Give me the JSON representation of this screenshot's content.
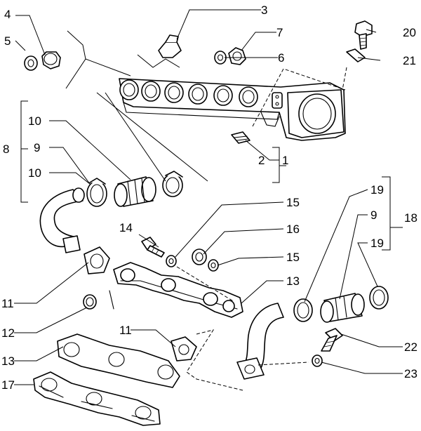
{
  "callouts": [
    {
      "id": "c1",
      "text": "1"
    },
    {
      "id": "c2",
      "text": "2"
    },
    {
      "id": "c3",
      "text": "3"
    },
    {
      "id": "c4",
      "text": "4"
    },
    {
      "id": "c5",
      "text": "5"
    },
    {
      "id": "c6",
      "text": "6"
    },
    {
      "id": "c7",
      "text": "7"
    },
    {
      "id": "c8",
      "text": "8"
    },
    {
      "id": "c9a",
      "text": "9"
    },
    {
      "id": "c9b",
      "text": "9"
    },
    {
      "id": "c10a",
      "text": "10"
    },
    {
      "id": "c10b",
      "text": "10"
    },
    {
      "id": "c11a",
      "text": "11"
    },
    {
      "id": "c11b",
      "text": "11"
    },
    {
      "id": "c12",
      "text": "12"
    },
    {
      "id": "c13a",
      "text": "13"
    },
    {
      "id": "c13b",
      "text": "13"
    },
    {
      "id": "c14",
      "text": "14"
    },
    {
      "id": "c15a",
      "text": "15"
    },
    {
      "id": "c15b",
      "text": "15"
    },
    {
      "id": "c16",
      "text": "16"
    },
    {
      "id": "c17",
      "text": "17"
    },
    {
      "id": "c18",
      "text": "18"
    },
    {
      "id": "c19a",
      "text": "19"
    },
    {
      "id": "c19b",
      "text": "19"
    },
    {
      "id": "c20",
      "text": "20"
    },
    {
      "id": "c21",
      "text": "21"
    },
    {
      "id": "c22",
      "text": "22"
    },
    {
      "id": "c23",
      "text": "23"
    }
  ],
  "colors": {
    "ink": "#000000",
    "paper": "#ffffff"
  }
}
